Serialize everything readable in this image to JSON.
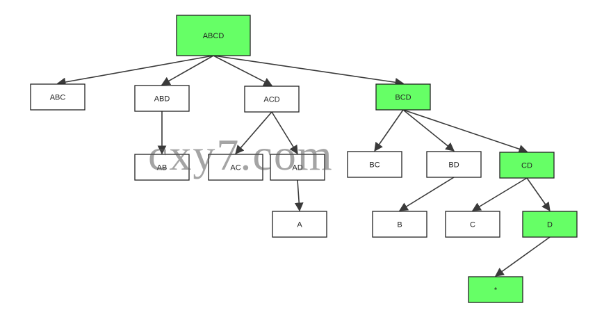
{
  "colors": {
    "highlight": "#66ff66",
    "normal": "#ffffff",
    "border": "#222222",
    "edge": "#3a3a3a"
  },
  "nodes": [
    {
      "id": "ABCD",
      "label": "ABCD",
      "highlight": true
    },
    {
      "id": "ABC",
      "label": "ABC",
      "highlight": false
    },
    {
      "id": "ABD",
      "label": "ABD",
      "highlight": false
    },
    {
      "id": "ACD",
      "label": "ACD",
      "highlight": false
    },
    {
      "id": "BCD",
      "label": "BCD",
      "highlight": true
    },
    {
      "id": "AB",
      "label": "AB",
      "highlight": false
    },
    {
      "id": "AC",
      "label": "AC",
      "highlight": false
    },
    {
      "id": "AD",
      "label": "AD",
      "highlight": false
    },
    {
      "id": "BC",
      "label": "BC",
      "highlight": false
    },
    {
      "id": "BD",
      "label": "BD",
      "highlight": false
    },
    {
      "id": "CD",
      "label": "CD",
      "highlight": true
    },
    {
      "id": "A",
      "label": "A",
      "highlight": false
    },
    {
      "id": "B",
      "label": "B",
      "highlight": false
    },
    {
      "id": "C",
      "label": "C",
      "highlight": false
    },
    {
      "id": "D",
      "label": "D",
      "highlight": true
    },
    {
      "id": "STAR",
      "label": "*",
      "highlight": true
    }
  ],
  "edges": [
    [
      "ABCD",
      "ABC"
    ],
    [
      "ABCD",
      "ABD"
    ],
    [
      "ABCD",
      "ACD"
    ],
    [
      "ABCD",
      "BCD"
    ],
    [
      "ABD",
      "AB"
    ],
    [
      "ACD",
      "AC"
    ],
    [
      "ACD",
      "AD"
    ],
    [
      "BCD",
      "BC"
    ],
    [
      "BCD",
      "BD"
    ],
    [
      "BCD",
      "CD"
    ],
    [
      "AD",
      "A"
    ],
    [
      "BD",
      "B"
    ],
    [
      "CD",
      "C"
    ],
    [
      "CD",
      "D"
    ],
    [
      "D",
      "STAR"
    ]
  ],
  "watermark": "cxy7.com"
}
